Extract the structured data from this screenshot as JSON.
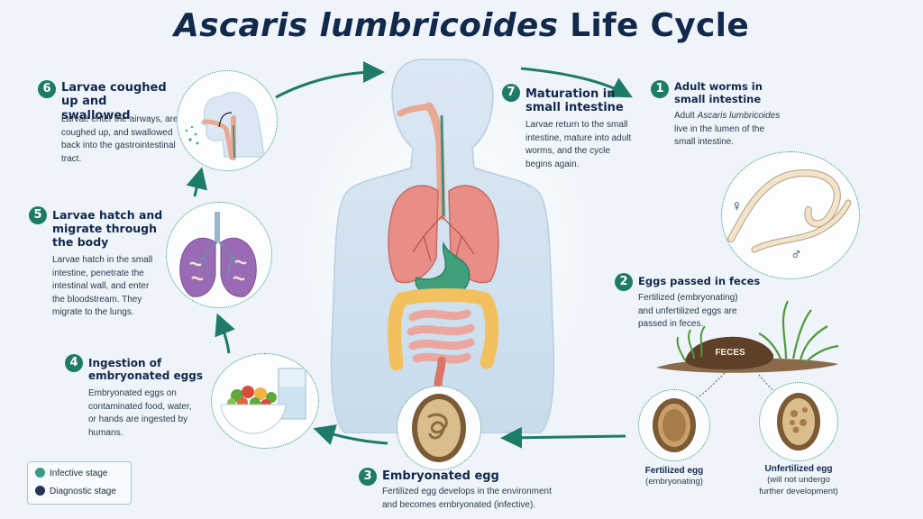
{
  "title": {
    "italic": "Ascaris lumbricoides",
    "rest": "Life Cycle"
  },
  "steps": [
    {
      "num": "1",
      "title": "Adult worms in small intestine",
      "desc_parts": [
        "Adult ",
        "Ascaris lumbricoides",
        " live in the lumen of the small intestine."
      ]
    },
    {
      "num": "2",
      "title": "Eggs passed in feces",
      "desc": "Fertilized (embryonating) and unfertilized eggs are passed in feces."
    },
    {
      "num": "3",
      "title": "Embryonated egg",
      "desc": "Fertilized egg develops in the environment and becomes embryonated (infective)."
    },
    {
      "num": "4",
      "title": "Ingestion of embryonated eggs",
      "desc": "Embryonated eggs on contaminated food, water, or hands are ingested by humans."
    },
    {
      "num": "5",
      "title": "Larvae hatch and migrate through the body",
      "desc": "Larvae hatch in the small intestine, penetrate the intestinal wall, and enter the bloodstream. They migrate to the lungs."
    },
    {
      "num": "6",
      "title": "Larvae coughed up and swallowed",
      "desc": "Larvae enter the airways, are coughed up, and swallowed back into the gastrointestinal tract."
    },
    {
      "num": "7",
      "title": "Maturation in small intestine",
      "desc": "Larvae return to the small intestine, mature into adult worms, and the cycle begins again."
    }
  ],
  "labels": {
    "female_symbol": "♀",
    "male_symbol": "♂",
    "feces": "FECES",
    "fertilized_title": "Fertilized egg",
    "fertilized_sub": "(embryonating)",
    "unfertilized_title": "Unfertilized egg",
    "unfertilized_sub1": "(will not undergo",
    "unfertilized_sub2": "further development)"
  },
  "legend": [
    {
      "label": "Infective stage",
      "color": "#3a9a86"
    },
    {
      "label": "Diagnostic stage",
      "color": "#263556"
    }
  ],
  "colors": {
    "accent": "#1e7b68",
    "heading": "#13294b"
  }
}
